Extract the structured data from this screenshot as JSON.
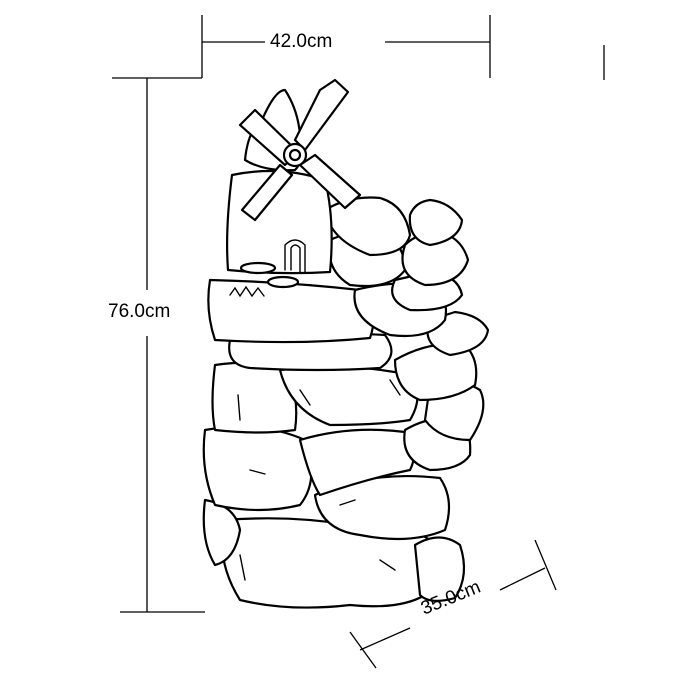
{
  "dimensions": {
    "width": "42.0cm",
    "height": "76.0cm",
    "depth": "35.0cm"
  }
}
